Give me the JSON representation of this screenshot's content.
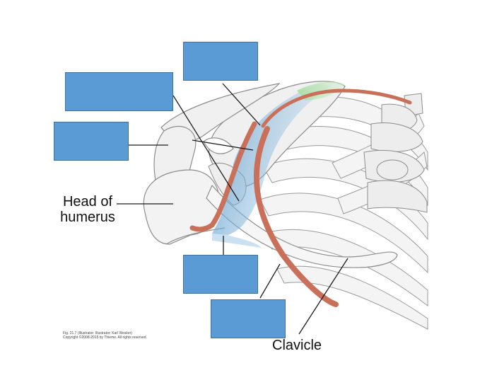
{
  "labels": {
    "head_of_humerus": [
      "Head of",
      "humerus"
    ],
    "clavicle": "Clavicle"
  },
  "credit": {
    "line1": "Fig. 21.7  (Illustrator: Illustrator: Karl Wesker)",
    "line2": "Copyright ©2008-2015 by Thieme. All rights reserved."
  },
  "colors": {
    "blank_box": "#5b9bd5",
    "blank_box_border": "#41719c",
    "muscle_band": "#c9705a",
    "highlight_blue": "#7fb3d8",
    "highlight_green": "#b8e0b0",
    "bone_fill": "#f2f2f2",
    "bone_outline": "#8c8c8c",
    "leader_line": "#1a1a1a"
  },
  "answer_boxes": [
    {
      "id": "box-top-center",
      "value": ""
    },
    {
      "id": "box-upper-left",
      "value": ""
    },
    {
      "id": "box-mid-left",
      "value": ""
    },
    {
      "id": "box-lower-center",
      "value": ""
    },
    {
      "id": "box-bottom-center",
      "value": ""
    }
  ]
}
